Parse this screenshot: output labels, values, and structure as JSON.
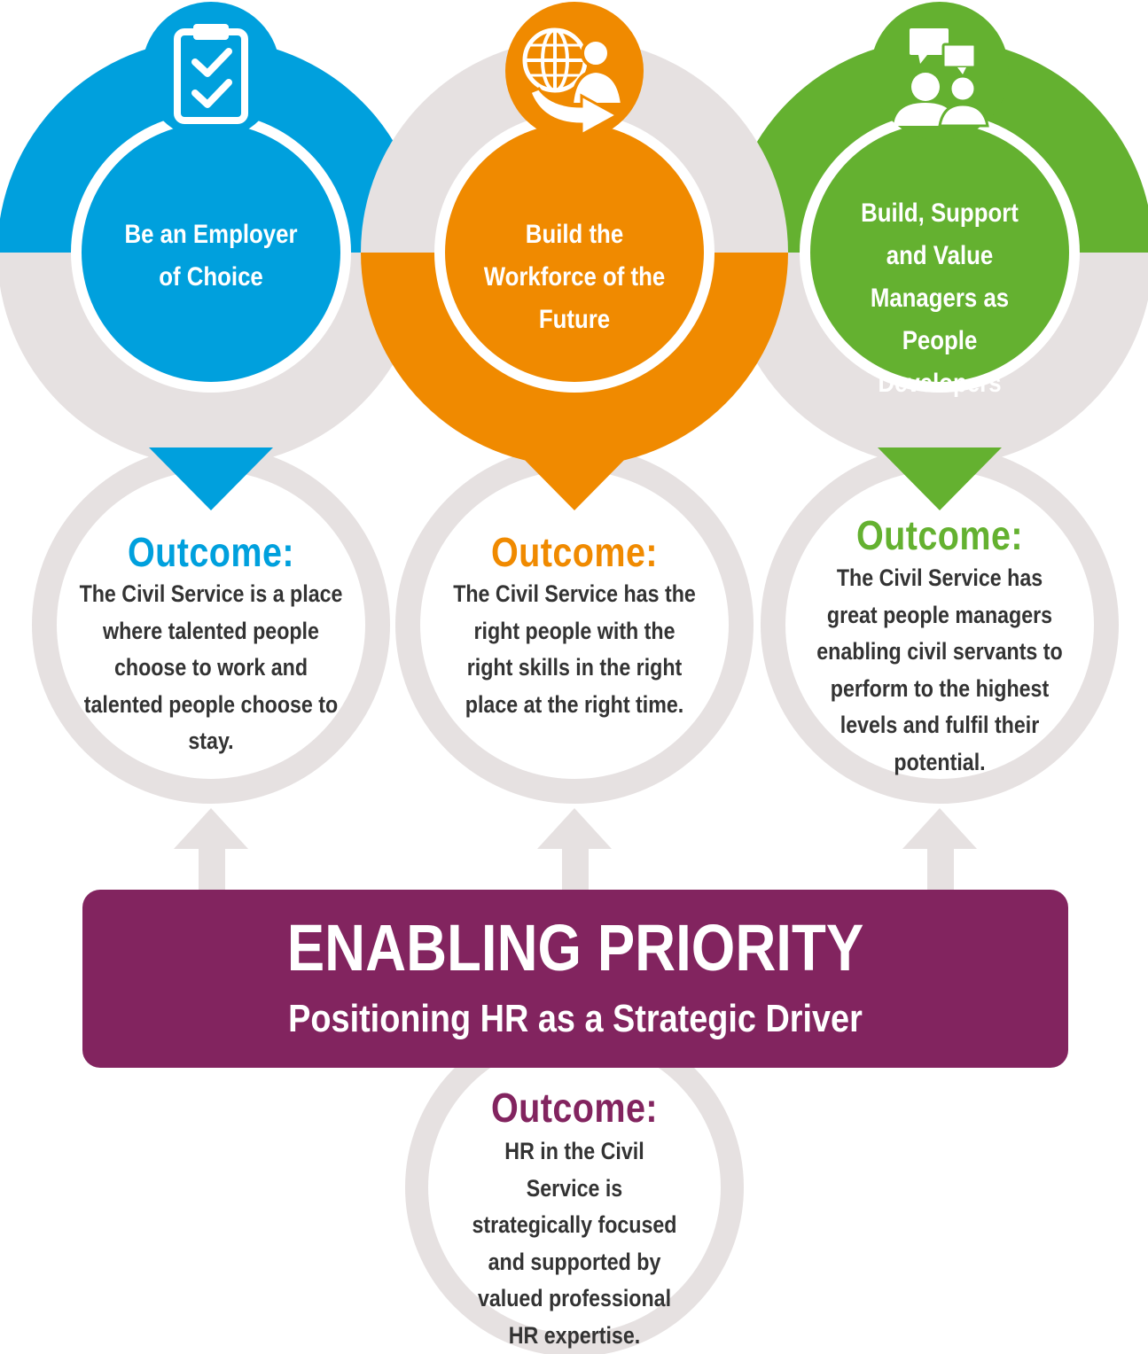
{
  "colors": {
    "blue": "#00A0DD",
    "orange": "#F08A00",
    "green": "#64B130",
    "purple": "#82245F",
    "grey": "#E6E1E1",
    "body_text": "#333333"
  },
  "pillars": [
    {
      "title": "Be an Employer of Choice",
      "icon": "clipboard-checklist-icon",
      "color": "#00A0DD",
      "outcome_heading": "Outcome:",
      "outcome_text": "The Civil Service is a place where talented people choose to work and talented people choose to stay."
    },
    {
      "title": "Build the Workforce of the Future",
      "icon": "globe-person-arrow-icon",
      "color": "#F08A00",
      "outcome_heading": "Outcome:",
      "outcome_text": "The Civil Service has the right people with the right skills in the right place at the right time."
    },
    {
      "title": "Build, Support and Value Managers as People Developers",
      "icon": "people-speech-bubbles-icon",
      "color": "#64B130",
      "outcome_heading": "Outcome:",
      "outcome_text": "The Civil Service has great people managers enabling civil servants to perform to the highest levels and fulfil their potential."
    }
  ],
  "enabling": {
    "heading": "ENABLING PRIORITY",
    "subheading": "Positioning HR as a Strategic Driver",
    "color": "#82245F",
    "outcome_heading": "Outcome:",
    "outcome_text": "HR in the Civil Service is strategically focused and supported by valued professional HR expertise."
  }
}
